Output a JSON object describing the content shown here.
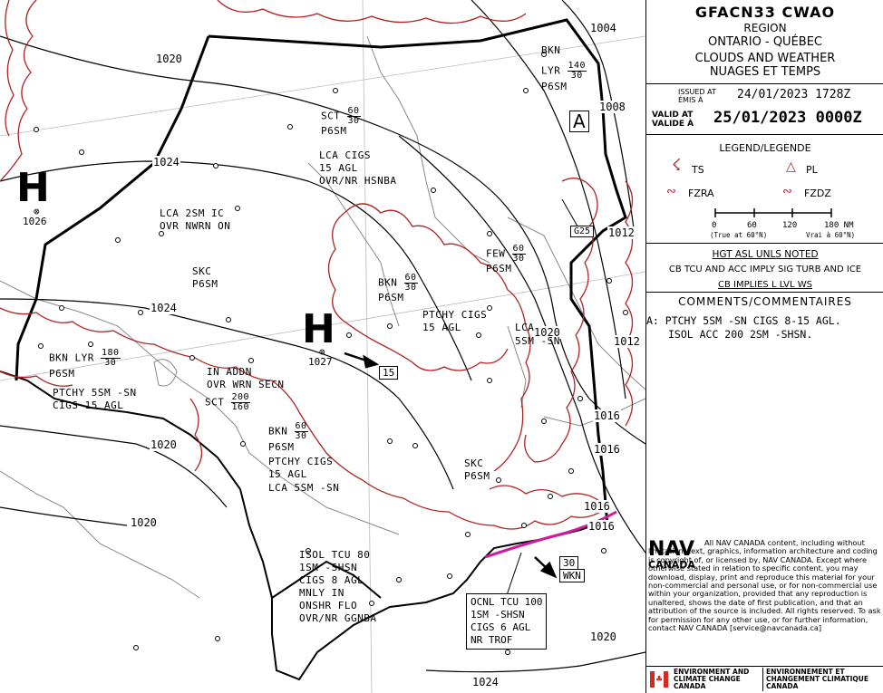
{
  "header": {
    "product": "GFACN33 CWAO",
    "region": "REGION",
    "region_name": "ONTARIO - QUÉBEC",
    "title_en": "CLOUDS AND WEATHER",
    "title_fr": "NUAGES ET TEMPS",
    "issued_label": "ISSUED AT",
    "issued_label_fr": "ÉMIS À",
    "issued_value": "24/01/2023 1728Z",
    "valid_label": "VALID AT",
    "valid_label_fr": "VALIDE À",
    "valid_value": "25/01/2023 0000Z"
  },
  "legend": {
    "title": "LEGEND/LEGENDE",
    "ts": "TS",
    "pl": "PL",
    "fzra": "FZRA",
    "fzdz": "FZDZ",
    "scale_ticks": [
      "0",
      "60",
      "120",
      "180 NM"
    ],
    "scale_note_left": "(True at 60°N)",
    "scale_note_right": "Vrai à 60°N)"
  },
  "notes": {
    "hgt": "HGT ASL UNLS NOTED",
    "cb_tcu": "CB TCU AND ACC IMPLY SIG TURB AND ICE",
    "cb_ws": "CB IMPLIES L LVL WS",
    "comments_title": "COMMENTS/COMMENTAIRES",
    "comment_a_line1": "A: PTCHY 5SM -SN CIGS 8-15 AGL.",
    "comment_a_line2": "ISOL ACC 200 2SM -SHSN."
  },
  "copyright": {
    "logo_line1": "NAV",
    "logo_line2": "CANADA",
    "text": "All NAV CANADA content, including without limitation, text, graphics, information architecture and coding is copyright of, or licensed by, NAV CANADA. Except where otherwise stated in relation to specific content, you may download, display, print and reproduce this material for your non-commercial and personal use, or for non-commercial use within your organization, provided that any reproduction is unaltered, shows the date of first publication, and that an attribution of the source is included. All rights reserved. To ask for permission for any other use, or for further information, contact NAV CANADA [service@navcanada.ca]",
    "eccc_en_1": "ENVIRONMENT AND",
    "eccc_en_2": "CLIMATE CHANGE",
    "eccc_en_3": "CANADA",
    "eccc_fr_1": "ENVIRONNEMENT ET",
    "eccc_fr_2": "CHANGEMENT CLIMATIQUE",
    "eccc_fr_3": "CANADA"
  },
  "map": {
    "highs": [
      {
        "letter": "H",
        "pressure": "1026"
      },
      {
        "letter": "H",
        "pressure": "1027"
      }
    ],
    "isobars": [
      "1020",
      "1024",
      "1024",
      "1020",
      "1020",
      "1004",
      "1008",
      "1012",
      "1012",
      "1016",
      "1016",
      "1016",
      "1016",
      "1020",
      "1020",
      "1024"
    ],
    "motions": [
      "15",
      "30",
      "WKN"
    ],
    "area_label": "A",
    "freezing_level": "G25",
    "labels": {
      "nw_bkn": "BKN",
      "nw_lyr": "LYR",
      "nw_top": "140",
      "nw_bot": "30",
      "nw_vis": "P6SM",
      "sct": "SCT",
      "sct_top": "60",
      "sct_bot": "30",
      "sct_vis": "P6SM",
      "lca_cigs": "LCA CIGS",
      "lca_agl": "15 AGL",
      "lca_ovr": "OVR/NR HSNBA",
      "lca_2sm": "LCA 2SM IC",
      "lca_nwrn": "OVR NWRN ON",
      "skc1": "SKC",
      "skc1_vis": "P6SM",
      "few": "FEW",
      "few_top": "60",
      "few_bot": "30",
      "few_vis": "P6SM",
      "bkn2": "BKN",
      "bkn2_top": "60",
      "bkn2_bot": "30",
      "bkn2_vis": "P6SM",
      "ptchy_cigs": "PTCHY CIGS",
      "ptchy_agl": "15 AGL",
      "lca5": "LCA",
      "lca5_line2": "5SM -SN",
      "w_bkn": "BKN",
      "w_lyr": "LYR",
      "w_top": "180",
      "w_bot": "30",
      "w_vis": "P6SM",
      "w_ptchy": "PTCHY 5SM -SN",
      "w_cigs": "CIGS 15 AGL",
      "in_addn": "IN ADDN",
      "ovr_wrn": "OVR WRN SECN",
      "sct2": "SCT",
      "sct2_top": "200",
      "sct2_bot": "160",
      "bkn3": "BKN",
      "bkn3_top": "60",
      "bkn3_bot": "30",
      "bkn3_vis": "P6SM",
      "bkn3_ptchy": "PTCHY CIGS",
      "bkn3_agl": "15 AGL",
      "bkn3_lca": "LCA 5SM -SN",
      "skc2": "SKC",
      "skc2_vis": "P6SM",
      "isol_1": "ISOL TCU 80",
      "isol_2": "1SM -SHSN",
      "isol_3": "CIGS 8 AGL",
      "isol_4": "MNLY IN",
      "isol_5": "ONSHR FLO",
      "isol_6": "OVR/NR GGNBA",
      "ocnl_1": "OCNL TCU 100",
      "ocnl_2": "1SM -SHSN",
      "ocnl_3": "CIGS 6 AGL",
      "ocnl_4": "NR TROF"
    }
  },
  "colors": {
    "front_scallop": "#b22222",
    "trough": "#d01aa0",
    "boundary": "#000000"
  }
}
